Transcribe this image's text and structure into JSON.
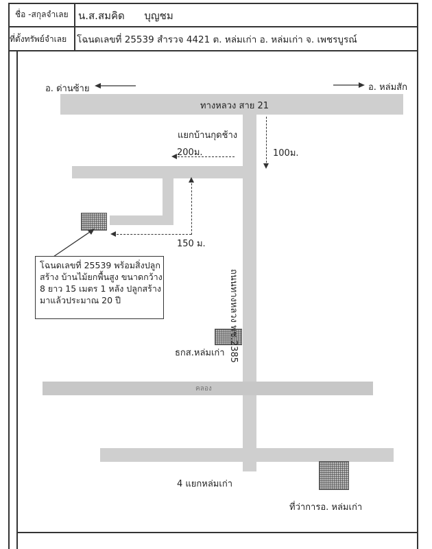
{
  "header": {
    "name_label": "ชื่อ -สกุลจำเลย",
    "name_value": "น.ส.สมคิด      บุญชม",
    "location_label": "ที่ตั้งทรัพย์จำเลย",
    "location_value": "โฉนดเลขที่ 25539 สำรวจ 4421  ต. หล่มเก่า   อ. หล่มเก่า  จ. เพชรบูรณ์"
  },
  "map": {
    "left_direction": "อ. ด่านซ้าย",
    "right_direction": "อ. หล่มสัก",
    "highway_label": "ทางหลวง สาย 21",
    "junction_label": "แยกบ้านกุดช้าง",
    "distance_200": "200ม.",
    "distance_100": "100ม.",
    "distance_150": "150 ม.",
    "callout_lines": [
      "โฉนดเลขที่  25539  พร้อมสิ่งปลูก",
      "สร้าง บ้านไม้ยกพื้นสูง ขนาดกว้าง",
      "8 ยาว 15 เมตร 1 หลัง  ปลูกสร้าง",
      "มาแล้วประมาณ 20 ปี"
    ],
    "vertical_road_label": "ถนนทางหลวง พช.2385",
    "bank_label": "ธกส.หล่มเก่า",
    "canal_label": "คลอง",
    "intersection_label": "4 แยกหล่มเก่า",
    "district_office_label": "ที่ว่าการอ. หล่มเก่า"
  }
}
